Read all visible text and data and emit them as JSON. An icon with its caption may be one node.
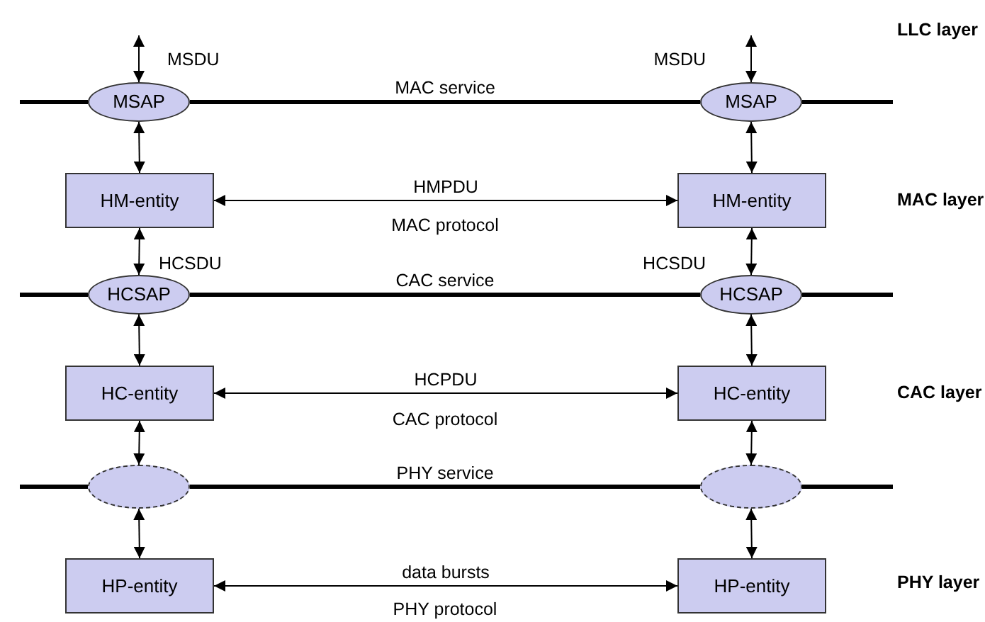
{
  "diagram": {
    "nodes": [
      {
        "text": [
          "MSAP"
        ]
      },
      {
        "text": [
          "MSAP"
        ]
      },
      {
        "text": [
          "HM-entity"
        ]
      },
      {
        "text": [
          "HM-entity"
        ]
      },
      {
        "text": [
          "HCSAP"
        ]
      },
      {
        "text": [
          "HCSAP"
        ]
      },
      {
        "text": [
          "HC-entity"
        ]
      },
      {
        "text": [
          "HC-entity"
        ]
      },
      {
        "text": [],
        "shape": "ellipse"
      },
      {
        "text": [],
        "shape": "ellipse"
      },
      {
        "text": [
          "HP-entity"
        ]
      },
      {
        "text": [
          "HP-entity"
        ]
      }
    ],
    "edges": [
      {
        "from": null,
        "to": 0,
        "arrow": "both"
      },
      {
        "from": null,
        "to": 1,
        "arrow": "both"
      },
      {
        "from": 0,
        "to": 1,
        "arrow": "none",
        "label": "MAC service",
        "style": "thick"
      },
      {
        "from": 0,
        "to": 2,
        "arrow": "both"
      },
      {
        "from": 1,
        "to": 3,
        "arrow": "both"
      },
      {
        "from": 2,
        "to": 3,
        "arrow": "both",
        "label": "HMPDU"
      },
      {
        "from": 2,
        "to": 4,
        "arrow": "both"
      },
      {
        "from": 3,
        "to": 5,
        "arrow": "both"
      },
      {
        "from": 4,
        "to": 5,
        "arrow": "none",
        "label": "CAC service",
        "style": "thick"
      },
      {
        "from": 4,
        "to": 6,
        "arrow": "both"
      },
      {
        "from": 5,
        "to": 7,
        "arrow": "both"
      },
      {
        "from": 6,
        "to": 7,
        "arrow": "both",
        "label": "HCPDU"
      },
      {
        "from": 6,
        "to": 8,
        "arrow": "both"
      },
      {
        "from": 7,
        "to": 9,
        "arrow": "both"
      },
      {
        "from": 8,
        "to": 9,
        "arrow": "none",
        "label": "PHY service",
        "style": "thick"
      },
      {
        "from": 8,
        "to": 10,
        "arrow": "both"
      },
      {
        "from": 9,
        "to": 11,
        "arrow": "both"
      },
      {
        "from": 10,
        "to": 11,
        "arrow": "both",
        "label": "data bursts"
      }
    ],
    "labels": [
      "LLC layer",
      "MSDU",
      "MSDU",
      "MAC layer",
      "MAC protocol",
      "HCSDU",
      "HCSDU",
      "CAC layer",
      "CAC protocol",
      "PHY layer",
      "PHY protocol"
    ]
  }
}
